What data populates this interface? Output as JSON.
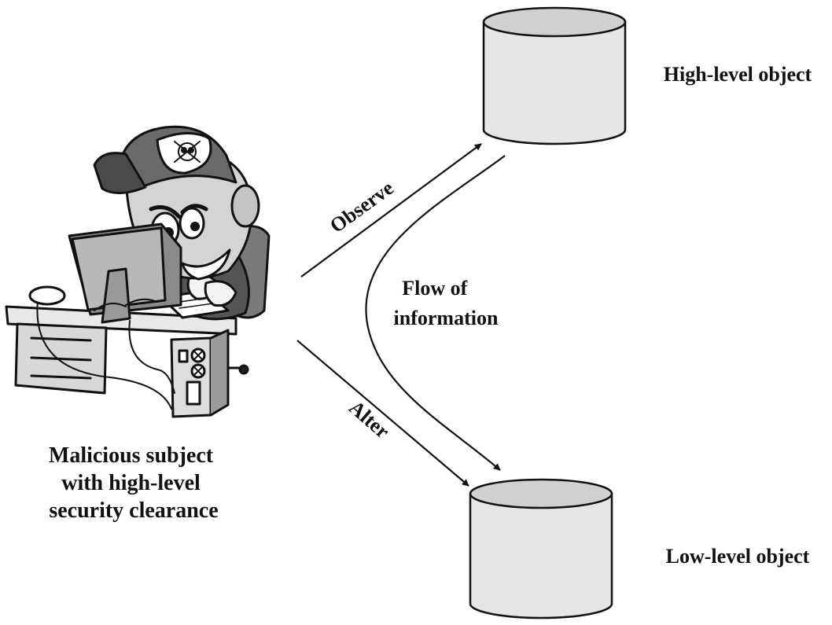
{
  "diagram": {
    "subject_label": [
      "Malicious subject",
      "with high-level",
      "security clearance"
    ],
    "high_object_label": "High-level object",
    "low_object_label": "Low-level object",
    "observe_label": "Observe",
    "alter_label": "Alter",
    "flow_label": [
      "Flow of",
      "information"
    ]
  },
  "colors": {
    "cylinder_fill": "#e6e6e6",
    "cylinder_top": "#d0d0d0",
    "stroke": "#111111"
  }
}
